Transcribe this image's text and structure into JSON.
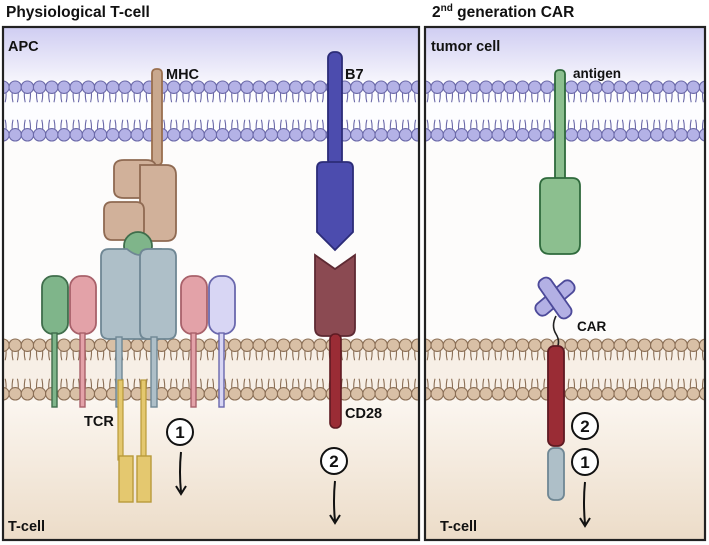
{
  "titles": {
    "left": "Physiological T-cell",
    "right_prefix": "2",
    "right_sup": "nd",
    "right_suffix": " generation CAR"
  },
  "left_panel": {
    "top_cell": "APC",
    "bottom_cell": "T-cell",
    "labels": {
      "mhc": "MHC",
      "b7": "B7",
      "tcr": "TCR",
      "cd28": "CD28"
    },
    "signals": [
      "1",
      "2"
    ]
  },
  "right_panel": {
    "top_cell": "tumor cell",
    "bottom_cell": "T-cell",
    "labels": {
      "antigen": "antigen",
      "car": "CAR"
    },
    "signals": [
      "2",
      "1"
    ]
  },
  "colors": {
    "upper_membrane": "#b4b2e6",
    "lower_membrane": "#d9c0a6",
    "apc_fill": "#eceaf8",
    "tcell_fill": "#f4e8da",
    "mhc": "#c9a88e",
    "b7": "#4c4cae",
    "cd28": "#8b4a52",
    "antigen": "#8cbf8f",
    "car_scfv": "#b3b0e4",
    "tcr": "#aebfc8",
    "signal_cd3": "#e4c86f"
  }
}
